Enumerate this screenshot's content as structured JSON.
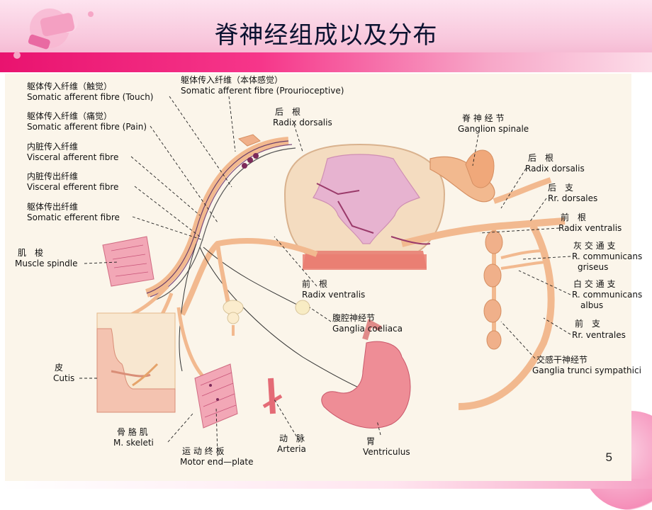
{
  "slide": {
    "title": "脊神经组成以及分布",
    "page_number": "5"
  },
  "labels": {
    "somatic_touch_cn": "躯体传入纤维（触觉）",
    "somatic_touch_en": "Somatic afferent fibre (Touch)",
    "somatic_proprio_cn": "躯体传入纤维（本体感觉）",
    "somatic_proprio_en": "Somatic afferent fibre (Prourioceptive)",
    "somatic_pain_cn": "躯体传入纤维（痛觉）",
    "somatic_pain_en": "Somatic afferent fibre (Pain)",
    "visceral_aff_cn": "内脏传入纤维",
    "visceral_aff_en": "Visceral afferent fibre",
    "visceral_eff_cn": "内脏传出纤维",
    "visceral_eff_en": "Visceral efferent fibre",
    "somatic_eff_cn": "躯体传出纤维",
    "somatic_eff_en": "Somatic efferent fibre",
    "muscle_spindle_cn": "肌　梭",
    "muscle_spindle_en": "Muscle spindle",
    "cutis_cn": "皮",
    "cutis_en": "Cutis",
    "skeletal_cn": "骨 胳 肌",
    "skeletal_en": "M. skeleti",
    "motor_plate_cn": "运 动 终 板",
    "motor_plate_en": "Motor end—plate",
    "arteria_cn": "动　脉",
    "arteria_en": "Arteria",
    "ventriculus_cn": "胃",
    "ventriculus_en": "Ventriculus",
    "radix_dorsalis_1_cn": "后　根",
    "radix_dorsalis_1_en": "Radix dorsalis",
    "ganglion_spinale_cn": "脊 神 经 节",
    "ganglion_spinale_en": "Ganglion spinale",
    "radix_dorsalis_2_cn": "后　根",
    "radix_dorsalis_2_en": "Radix dorsalis",
    "rr_dorsales_cn": "后　支",
    "rr_dorsales_en": "Rr. dorsales",
    "radix_ventralis_2_cn": "前　根",
    "radix_ventralis_2_en": "Radix ventralis",
    "r_comm_griseus_cn": "灰 交 通 支",
    "r_comm_griseus_en1": "R. communicans",
    "r_comm_griseus_en2": "griseus",
    "r_comm_albus_cn": "白 交 通 支",
    "r_comm_albus_en1": "R. communicans",
    "r_comm_albus_en2": "albus",
    "rr_ventrales_cn": "前　支",
    "rr_ventrales_en": "Rr. ventrales",
    "ganglia_trunci_cn": "交感干神经节",
    "ganglia_trunci_en": "Ganglia trunci sympathici",
    "radix_ventralis_1_cn": "前　根",
    "radix_ventralis_1_en": "Radix ventralis",
    "ganglia_coeliaca_cn": "腹腔神经节",
    "ganglia_coeliaca_en": "Ganglia coeliaca"
  },
  "colors": {
    "accent_pink": "#e9136f",
    "nerve_tan": "#f2b98f",
    "spinal_cord": "#f4dcc0",
    "grey_matter": "#e7b3d0",
    "tissue_red": "#e46b76"
  }
}
